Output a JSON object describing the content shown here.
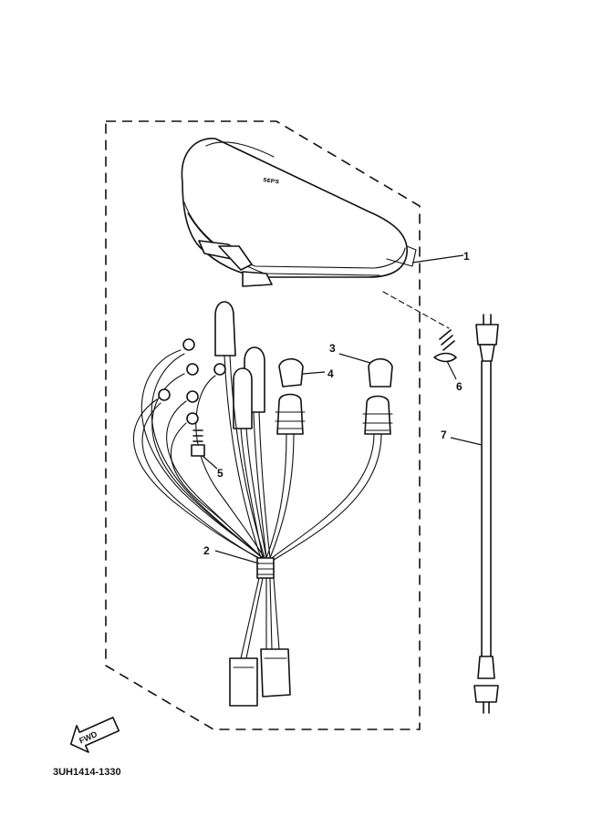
{
  "diagram": {
    "callouts": [
      {
        "id": "1",
        "label": "1"
      },
      {
        "id": "2",
        "label": "2"
      },
      {
        "id": "3",
        "label": "3"
      },
      {
        "id": "4",
        "label": "4"
      },
      {
        "id": "5",
        "label": "5"
      },
      {
        "id": "6",
        "label": "6"
      },
      {
        "id": "7",
        "label": "7"
      }
    ],
    "meter_marking": "sᴇᴘs",
    "fwd_label": "FWD",
    "part_code": "3UH1414-1330"
  }
}
